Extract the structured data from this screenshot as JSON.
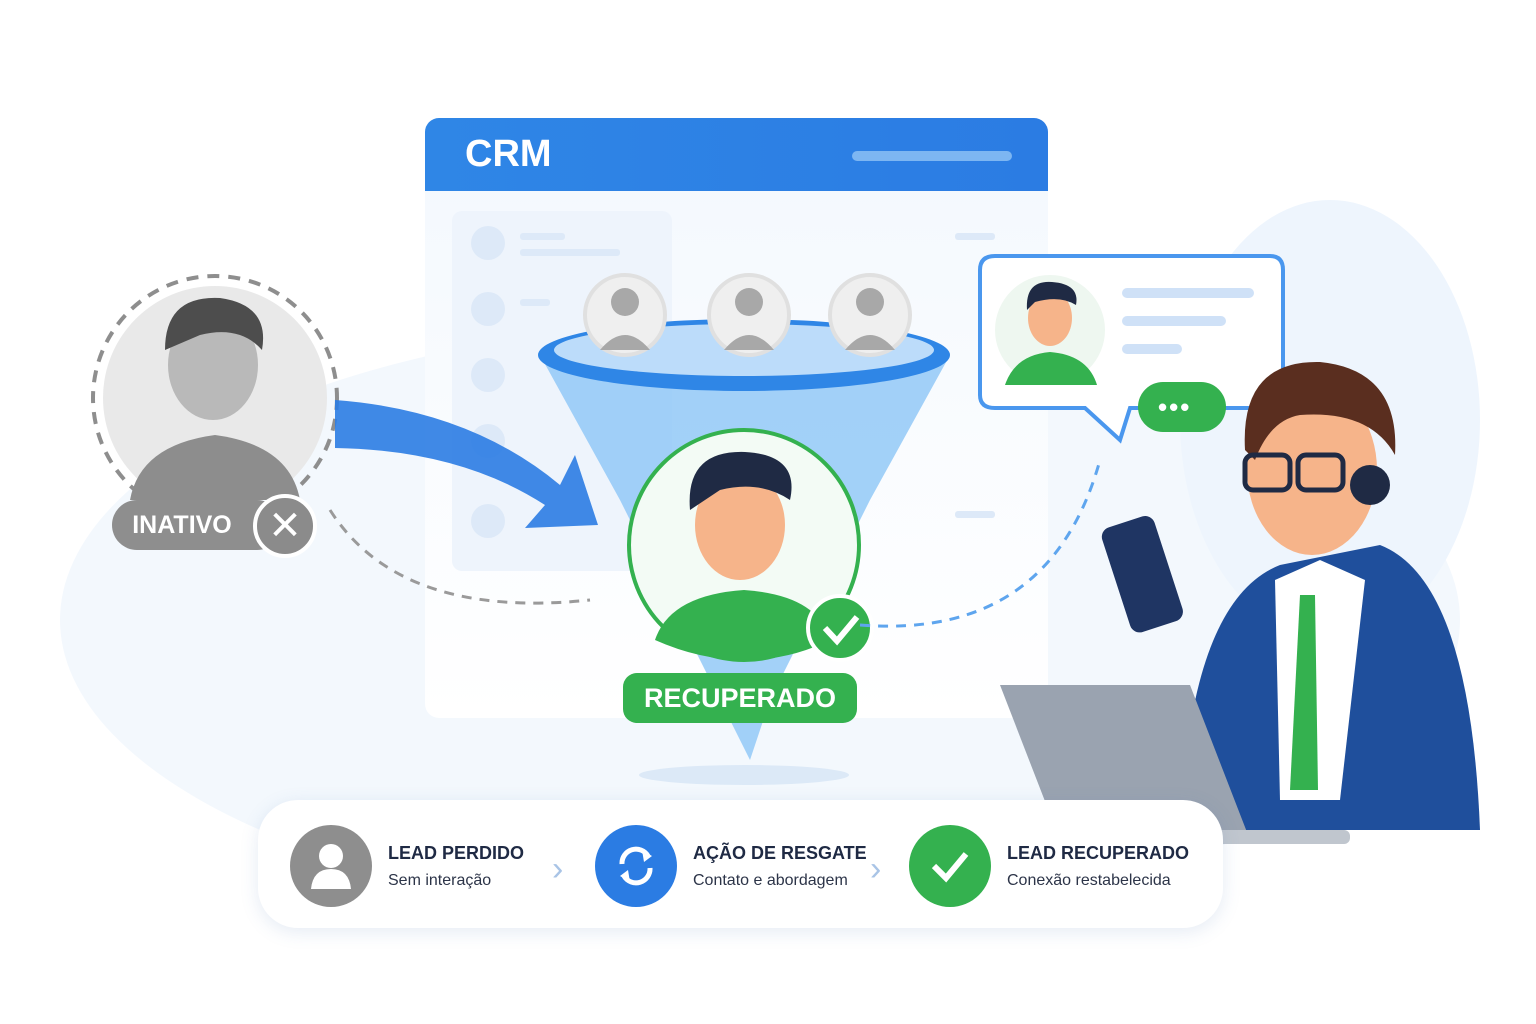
{
  "crm": {
    "title": "CRM"
  },
  "badges": {
    "inactive": "INATIVO",
    "recovered": "RECUPERADO"
  },
  "chat": {
    "typing": "•••"
  },
  "steps": [
    {
      "title": "LEAD PERDIDO",
      "subtitle": "Sem interação",
      "icon": "user-icon",
      "color": "#8e8e8e"
    },
    {
      "title": "AÇÃO DE RESGATE",
      "subtitle": "Contato e abordagem",
      "icon": "refresh-icon",
      "color": "#2b7ce3"
    },
    {
      "title": "LEAD RECUPERADO",
      "subtitle": "Conexão restabelecida",
      "icon": "check-icon",
      "color": "#34b14f"
    }
  ]
}
